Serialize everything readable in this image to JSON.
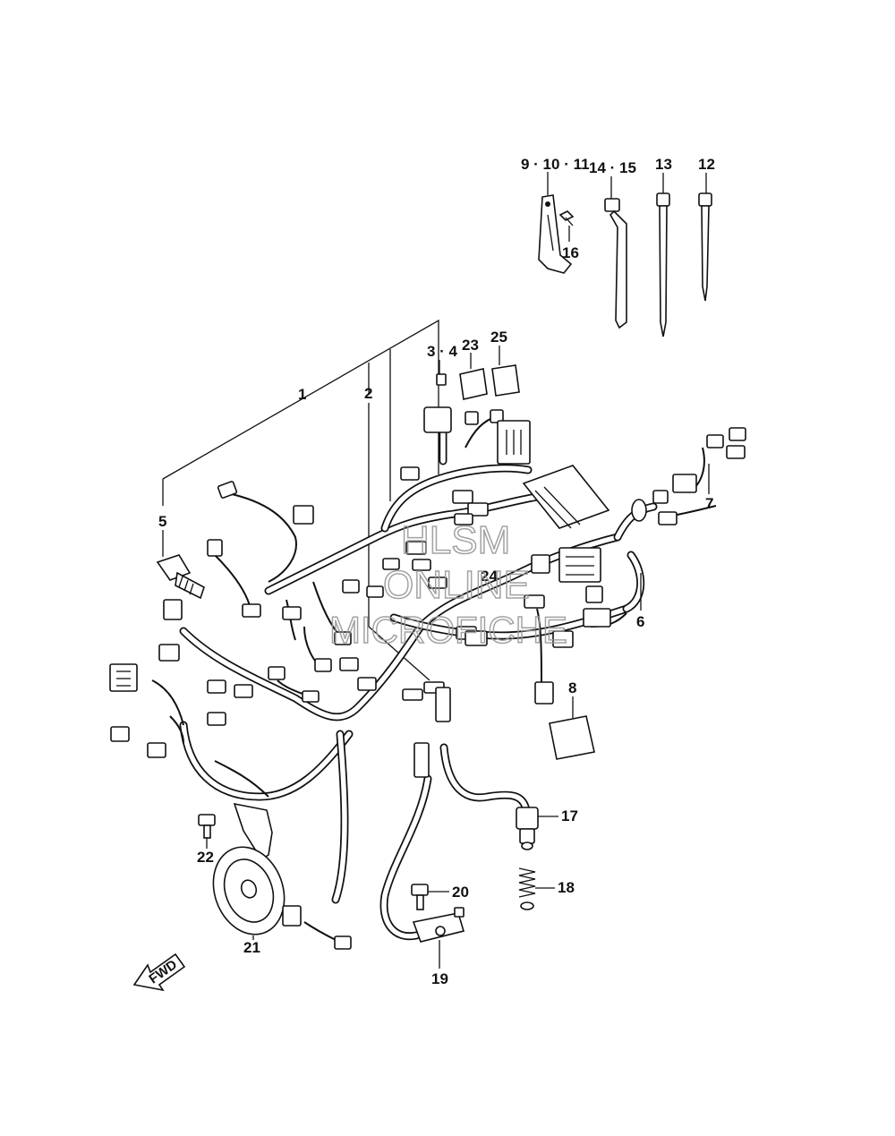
{
  "callouts": {
    "c1": "1",
    "c2": "2",
    "c3_4": "3 · 4",
    "c5": "5",
    "c6": "6",
    "c7": "7",
    "c8": "8",
    "c9_10_11": "9 · 10 · 11",
    "c12": "12",
    "c13": "13",
    "c14_15": "14 · 15",
    "c16": "16",
    "c17": "17",
    "c18": "18",
    "c19": "19",
    "c20": "20",
    "c21": "21",
    "c22": "22",
    "c23": "23",
    "c24": "24",
    "c25": "25"
  },
  "fwd_label": "FWD",
  "watermark": {
    "line1": "HLSM",
    "line2": "ONLINE",
    "line3": "MICROFICHE"
  }
}
